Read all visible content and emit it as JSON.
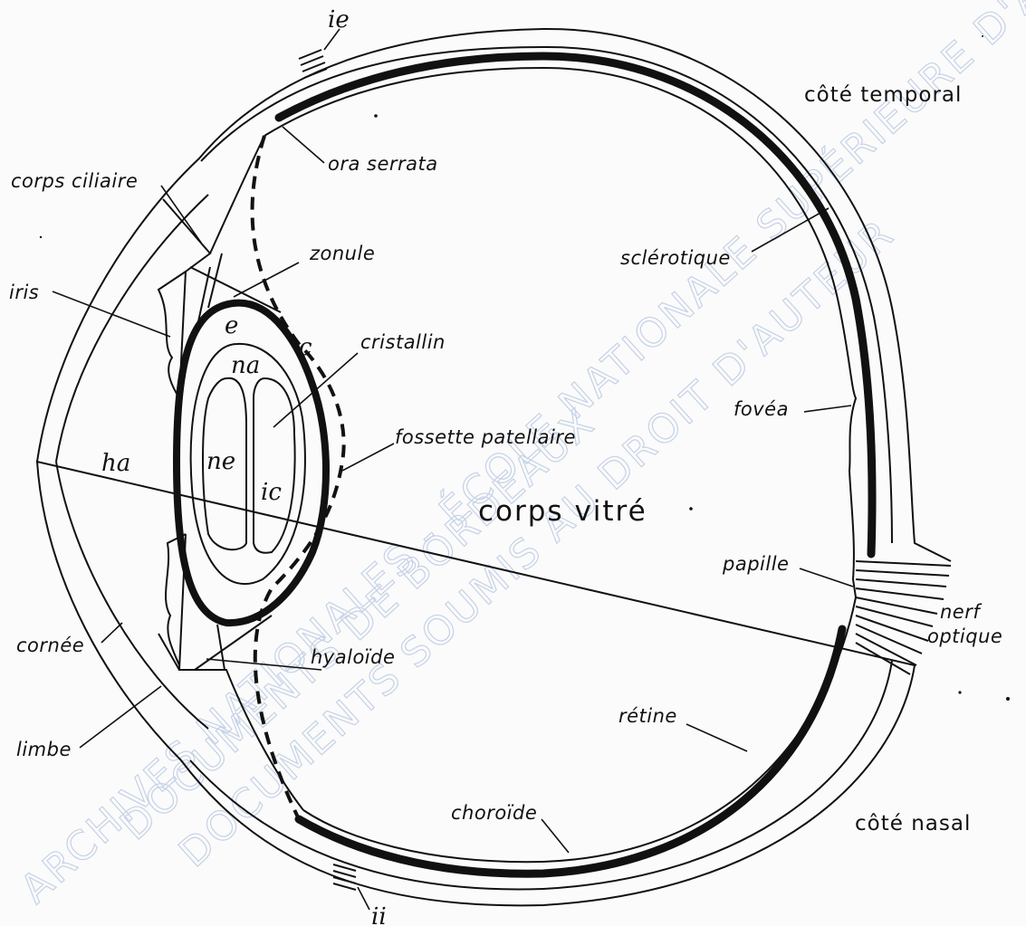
{
  "labels": {
    "ie": "ie",
    "cote_temporal": "côté temporal",
    "ora_serrata": "ora serrata",
    "corps_ciliaire": "corps ciliaire",
    "zonule": "zonule",
    "sclerotique": "sclérotique",
    "iris": "iris",
    "e": "e",
    "c": "c",
    "cristallin": "cristallin",
    "na": "na",
    "fovea": "fovéa",
    "fossette_patellaire": "fossette patellaire",
    "ha": "ha",
    "ne": "ne",
    "ic": "ic",
    "corps_vitre": "corps vitré",
    "papille": "papille",
    "nerf": "nerf",
    "optique": "optique",
    "cornee": "cornée",
    "hyaloide": "hyaloïde",
    "retine": "rétine",
    "limbe": "limbe",
    "choroide": "choroïde",
    "cote_nasal": "côté nasal",
    "ii": "ii"
  },
  "watermark": {
    "line1": "ARCHIVES NATIONALES - ÉCOLE NATIONALE SUPÉRIEURE D'ARCHITECTURE ET DE PAYSAGE",
    "line2": "DOCUMENTS DE BORDEAUX",
    "line3": "DOCUMENTS SOUMIS AU DROIT D'AUTEUR"
  },
  "colors": {
    "ink": "#111111",
    "paper": "#fbfbfb",
    "watermark": "#c5d2e6"
  }
}
